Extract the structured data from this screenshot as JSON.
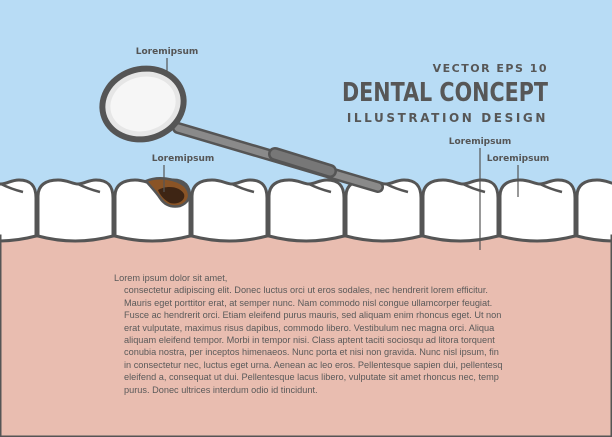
{
  "header": {
    "line1": "VECTOR EPS 10",
    "title": "DENTAL CONCEPT",
    "subtitle": "ILLUSTRATION DESIGN"
  },
  "labels": {
    "mirror": "Loremipsum",
    "cavity": "Loremipsum",
    "gap": "Loremipsum",
    "tooth": "Loremipsum"
  },
  "body": {
    "first_line": "Lorem ipsum dolor sit amet,",
    "paragraph": "consectetur adipiscing elit. Donec luctus orci ut eros sodales, nec hendrerit lorem efficitur. Mauris eget porttitor erat, at semper nunc. Nam commodo nisl congue ullamcorper feugiat. Fusce ac hendrerit orci. Etiam eleifend purus mauris, sed aliquam enim rhoncus eget. Ut non erat vulputate, maximus risus dapibus, commodo libero. Vestibulum nec magna orci. Aliqua aliquam eleifend tempor. Morbi in tempor nisi. Class aptent taciti sociosqu ad litora torquent conubia nostra, per inceptos himenaeos. Nunc porta et nisi non gravida. Nunc nisl ipsum, fin in consectetur nec, luctus eget urna. Aenean ac leo eros. Pellentesque sapien dui, pellentesq eleifend a, consequat ut dui. Pellentesque lacus libero, vulputate sit amet rhoncus nec, temp purus. Donec ultrices interdum odio id tincidunt."
  },
  "colors": {
    "sky": "#b8dcf5",
    "gum": "#e9bdb0",
    "outline": "#555555",
    "cavity": "#6b3d1c"
  }
}
